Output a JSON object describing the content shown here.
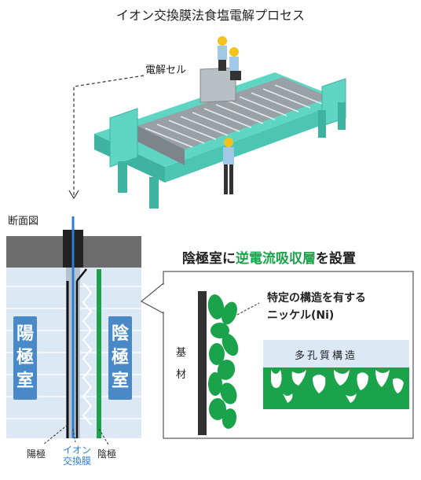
{
  "title": "イオン交換膜法食塩電解プロセス",
  "cell_label": "電解セル",
  "cross_section_label": "断面図",
  "headline": {
    "part1": "陰極室に",
    "part2": "逆電流吸収層",
    "part3": "を設置"
  },
  "nickel_text": {
    "line1": "特定の構造を有する",
    "line2": "ニッケル(Ni)"
  },
  "porous_label": "多孔質構造",
  "substrate_label": {
    "c1": "基",
    "c2": "材"
  },
  "anode_room": {
    "c1": "陽",
    "c2": "極",
    "c3": "室"
  },
  "cathode_room": {
    "c1": "陰",
    "c2": "極",
    "c3": "室"
  },
  "bottom_labels": {
    "anode": "陽極",
    "membrane_line1": "イオン",
    "membrane_line2": "交換膜",
    "cathode": "陰極"
  },
  "colors": {
    "machine_teal": "#5fd6c4",
    "blue_membrane": "#2a7fd4",
    "green_layer": "#1aa34a",
    "room_label_bg": "#4a89c7",
    "headline_highlight": "#1aa34a"
  }
}
